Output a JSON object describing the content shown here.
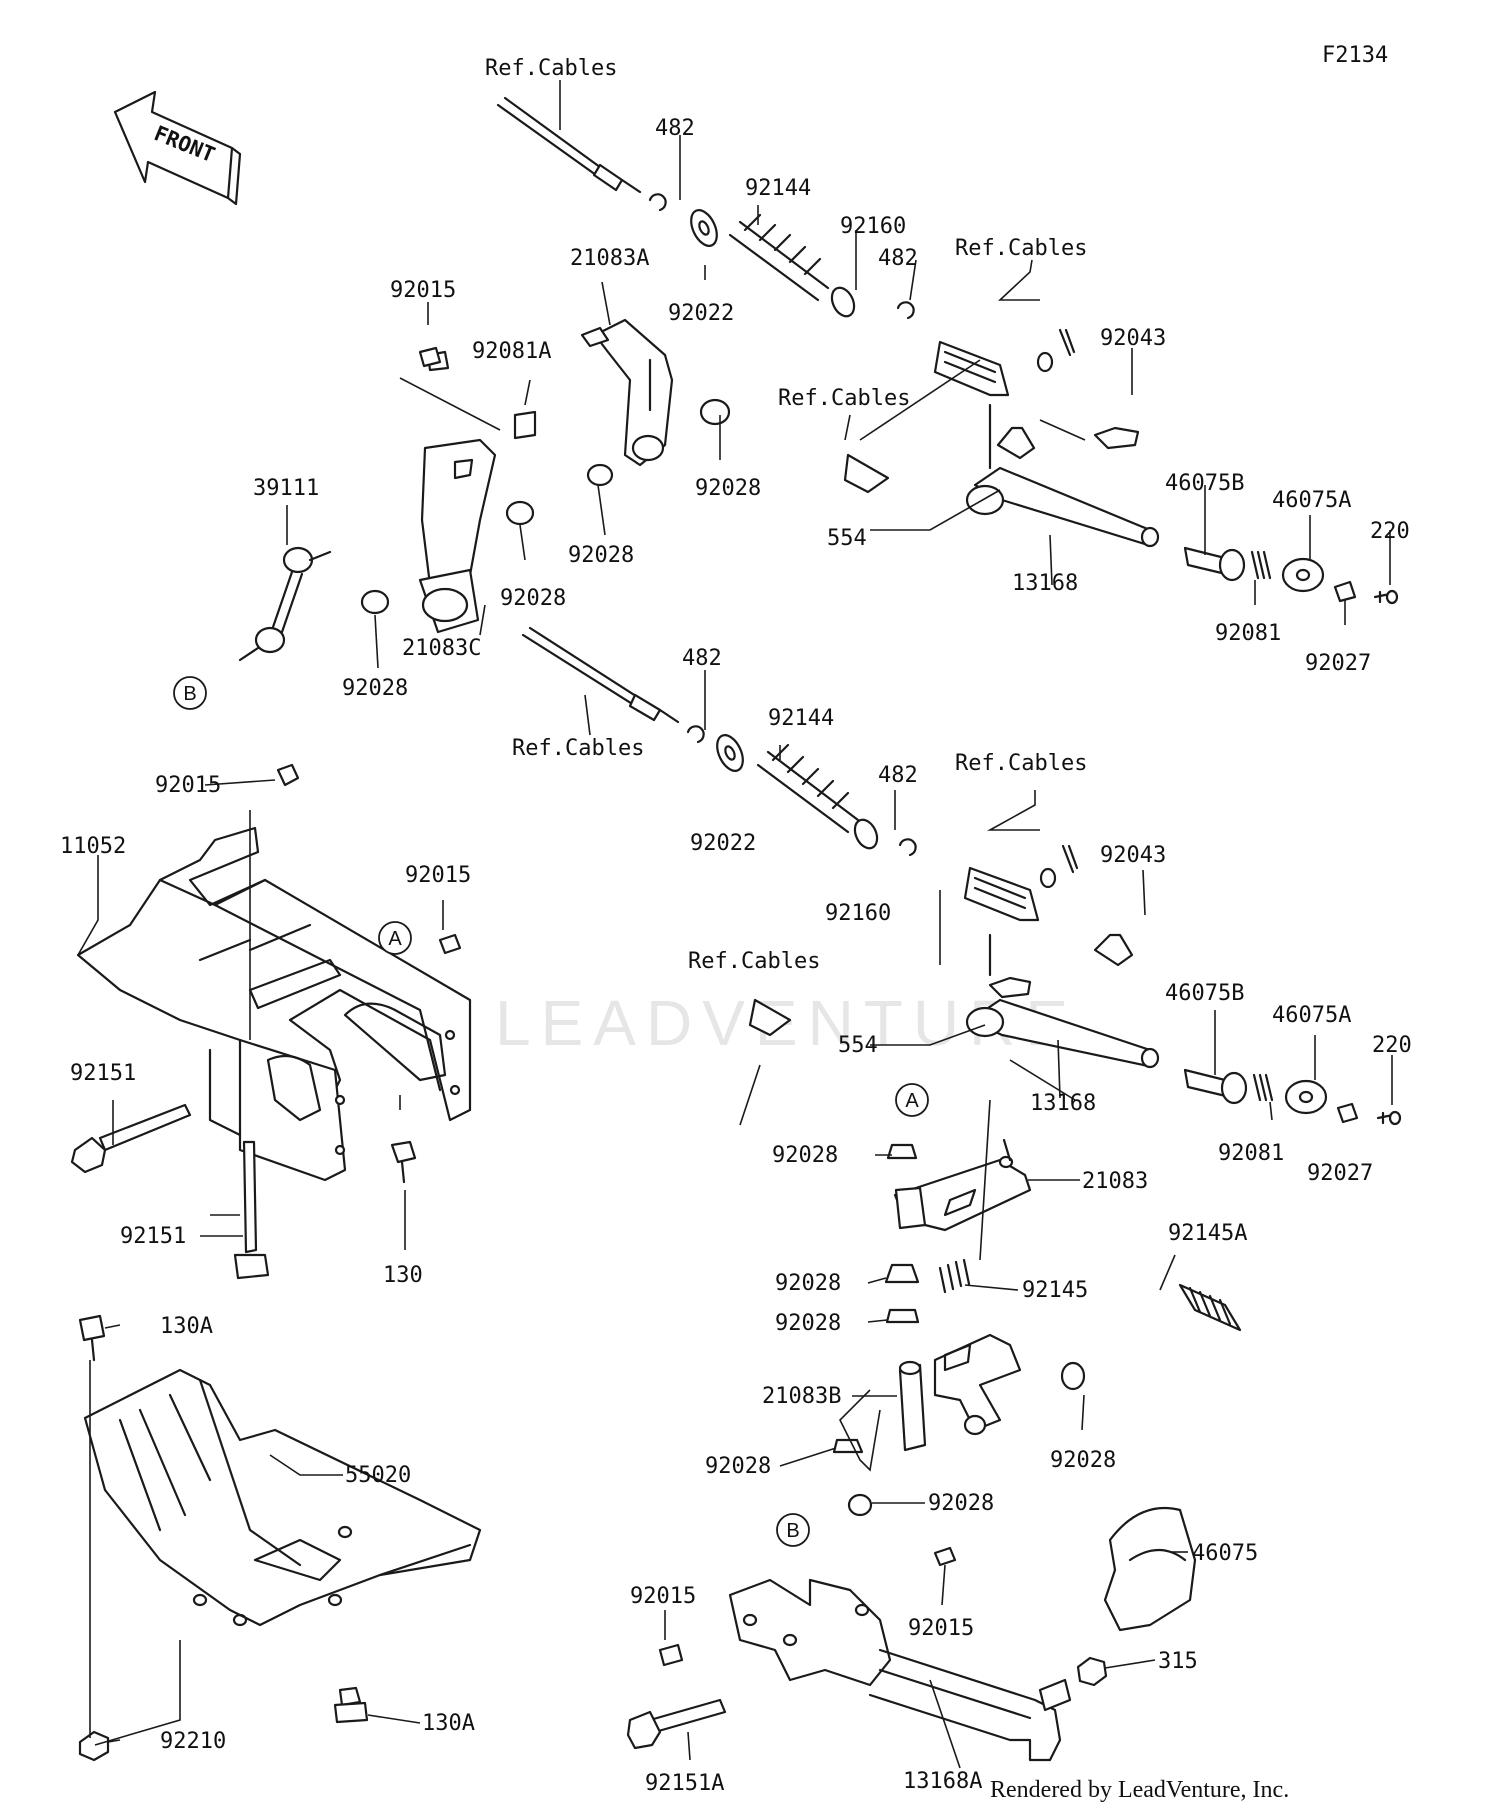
{
  "figure_code": "F2134",
  "front_arrow_text": "FRONT",
  "credit": "Rendered by LeadVenture, Inc.",
  "watermark": "LEADVENTURE",
  "callouts": [
    {
      "id": "c1",
      "text": "Ref.Cables"
    },
    {
      "id": "c2",
      "text": "482"
    },
    {
      "id": "c3",
      "text": "92144"
    },
    {
      "id": "c4",
      "text": "92160"
    },
    {
      "id": "c5",
      "text": "482"
    },
    {
      "id": "c6",
      "text": "Ref.Cables"
    },
    {
      "id": "c7",
      "text": "21083A"
    },
    {
      "id": "c8",
      "text": "92022"
    },
    {
      "id": "c9",
      "text": "92015"
    },
    {
      "id": "c10",
      "text": "92081A"
    },
    {
      "id": "c11",
      "text": "92043"
    },
    {
      "id": "c12",
      "text": "Ref.Cables"
    },
    {
      "id": "c13",
      "text": "39111"
    },
    {
      "id": "c14",
      "text": "92028"
    },
    {
      "id": "c15",
      "text": "46075B"
    },
    {
      "id": "c16",
      "text": "46075A"
    },
    {
      "id": "c17",
      "text": "554"
    },
    {
      "id": "c18",
      "text": "220"
    },
    {
      "id": "c19",
      "text": "92028"
    },
    {
      "id": "c20",
      "text": "92028"
    },
    {
      "id": "c21",
      "text": "13168"
    },
    {
      "id": "c22",
      "text": "21083C"
    },
    {
      "id": "c23",
      "text": "92081"
    },
    {
      "id": "c24",
      "text": "92027"
    },
    {
      "id": "c25",
      "text": "92028"
    },
    {
      "id": "c26",
      "text": "482"
    },
    {
      "id": "c27",
      "text": "92144"
    },
    {
      "id": "c28",
      "text": "Ref.Cables"
    },
    {
      "id": "c29",
      "text": "92015"
    },
    {
      "id": "c30",
      "text": "482"
    },
    {
      "id": "c31",
      "text": "Ref.Cables"
    },
    {
      "id": "c32",
      "text": "11052"
    },
    {
      "id": "c33",
      "text": "92022"
    },
    {
      "id": "c34",
      "text": "92043"
    },
    {
      "id": "c35",
      "text": "92015"
    },
    {
      "id": "c36",
      "text": "92160"
    },
    {
      "id": "c37",
      "text": "Ref.Cables"
    },
    {
      "id": "c38",
      "text": "46075B"
    },
    {
      "id": "c39",
      "text": "46075A"
    },
    {
      "id": "c40",
      "text": "554"
    },
    {
      "id": "c41",
      "text": "220"
    },
    {
      "id": "c42",
      "text": "92151"
    },
    {
      "id": "c43",
      "text": "13168"
    },
    {
      "id": "c44",
      "text": "92081"
    },
    {
      "id": "c45",
      "text": "92027"
    },
    {
      "id": "c46",
      "text": "92028"
    },
    {
      "id": "c47",
      "text": "21083"
    },
    {
      "id": "c48",
      "text": "92151"
    },
    {
      "id": "c49",
      "text": "130"
    },
    {
      "id": "c50",
      "text": "92145A"
    },
    {
      "id": "c51",
      "text": "92028"
    },
    {
      "id": "c52",
      "text": "92145"
    },
    {
      "id": "c53",
      "text": "130A"
    },
    {
      "id": "c54",
      "text": "92028"
    },
    {
      "id": "c55",
      "text": "21083B"
    },
    {
      "id": "c56",
      "text": "55020"
    },
    {
      "id": "c57",
      "text": "92028"
    },
    {
      "id": "c58",
      "text": "92028"
    },
    {
      "id": "c59",
      "text": "92028"
    },
    {
      "id": "c60",
      "text": "46075"
    },
    {
      "id": "c61",
      "text": "92015"
    },
    {
      "id": "c62",
      "text": "92015"
    },
    {
      "id": "c63",
      "text": "315"
    },
    {
      "id": "c64",
      "text": "92210"
    },
    {
      "id": "c65",
      "text": "130A"
    },
    {
      "id": "c66",
      "text": "92151A"
    },
    {
      "id": "c67",
      "text": "13168A"
    }
  ],
  "reference_markers": [
    {
      "id": "B1",
      "text": "B"
    },
    {
      "id": "A1",
      "text": "A"
    },
    {
      "id": "A2",
      "text": "A"
    },
    {
      "id": "B2",
      "text": "B"
    }
  ]
}
